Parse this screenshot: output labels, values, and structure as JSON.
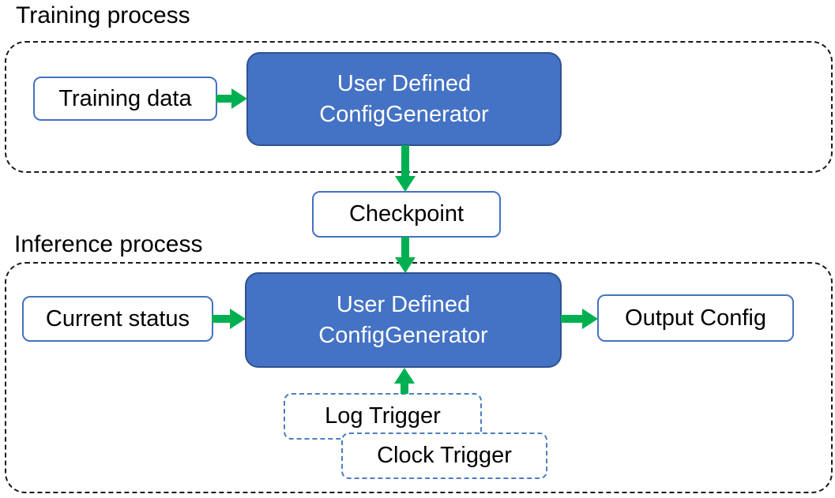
{
  "diagram": {
    "sections": {
      "training": {
        "label": "Training process"
      },
      "inference": {
        "label": "Inference process"
      }
    },
    "nodes": {
      "training_data": {
        "label": "Training data"
      },
      "config_generator": {
        "line1": "User Defined",
        "line2": "ConfigGenerator"
      },
      "checkpoint": {
        "label": "Checkpoint"
      },
      "current_status": {
        "label": "Current status"
      },
      "output_config": {
        "label": "Output Config"
      },
      "log_trigger": {
        "label": "Log Trigger"
      },
      "clock_trigger": {
        "label": "Clock Trigger"
      }
    },
    "colors": {
      "node_fill": "#4472c4",
      "node_border": "#2f528f",
      "light_box_border": "#4472c4",
      "trigger_border": "#4a7dc4",
      "arrow": "#00b050",
      "container_border": "#1a1a1a",
      "text_dark": "#000000",
      "text_light": "#ffffff",
      "background": "#ffffff"
    }
  }
}
